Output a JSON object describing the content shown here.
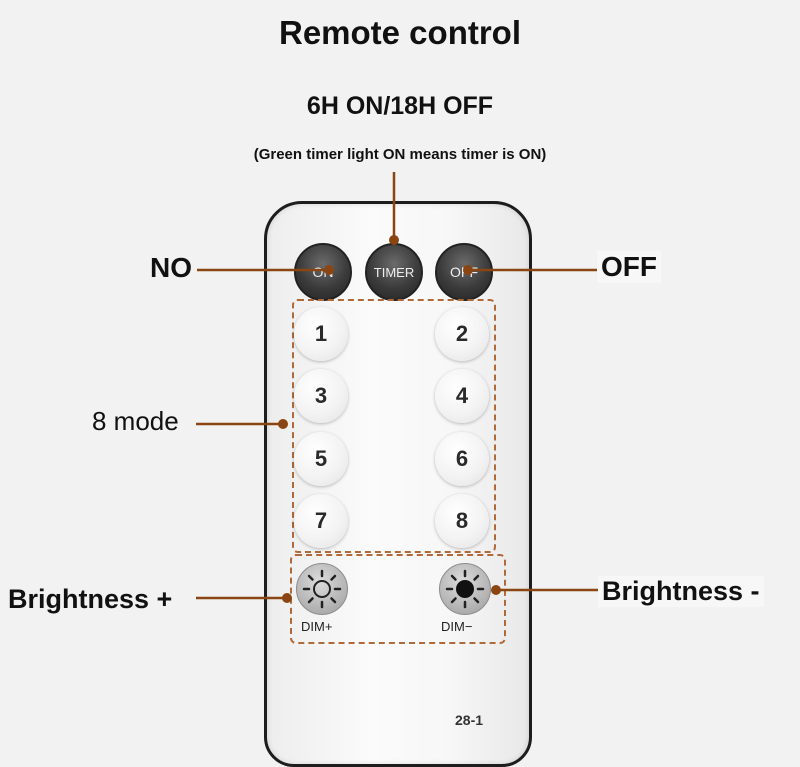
{
  "title": "Remote control",
  "timer_title": "6H ON/18H OFF",
  "timer_note": "(Green timer light ON means timer is ON)",
  "labels": {
    "on_callout": "NO",
    "off_callout": "OFF",
    "mode_callout": "8 mode",
    "brightness_up": "Brightness +",
    "brightness_down": "Brightness -"
  },
  "remote": {
    "on_button": "ON",
    "timer_button": "TIMER",
    "off_button": "OFF",
    "mode_buttons": [
      "1",
      "2",
      "3",
      "4",
      "5",
      "6",
      "7",
      "8"
    ],
    "dim_up": "DIM+",
    "dim_down": "DIM−",
    "model": "28-1"
  },
  "colors": {
    "callout_line": "#8b4513",
    "callout_dot": "#8b4513",
    "dash_box": "#b06a3a",
    "remote_outline": "#1d1d1d"
  }
}
